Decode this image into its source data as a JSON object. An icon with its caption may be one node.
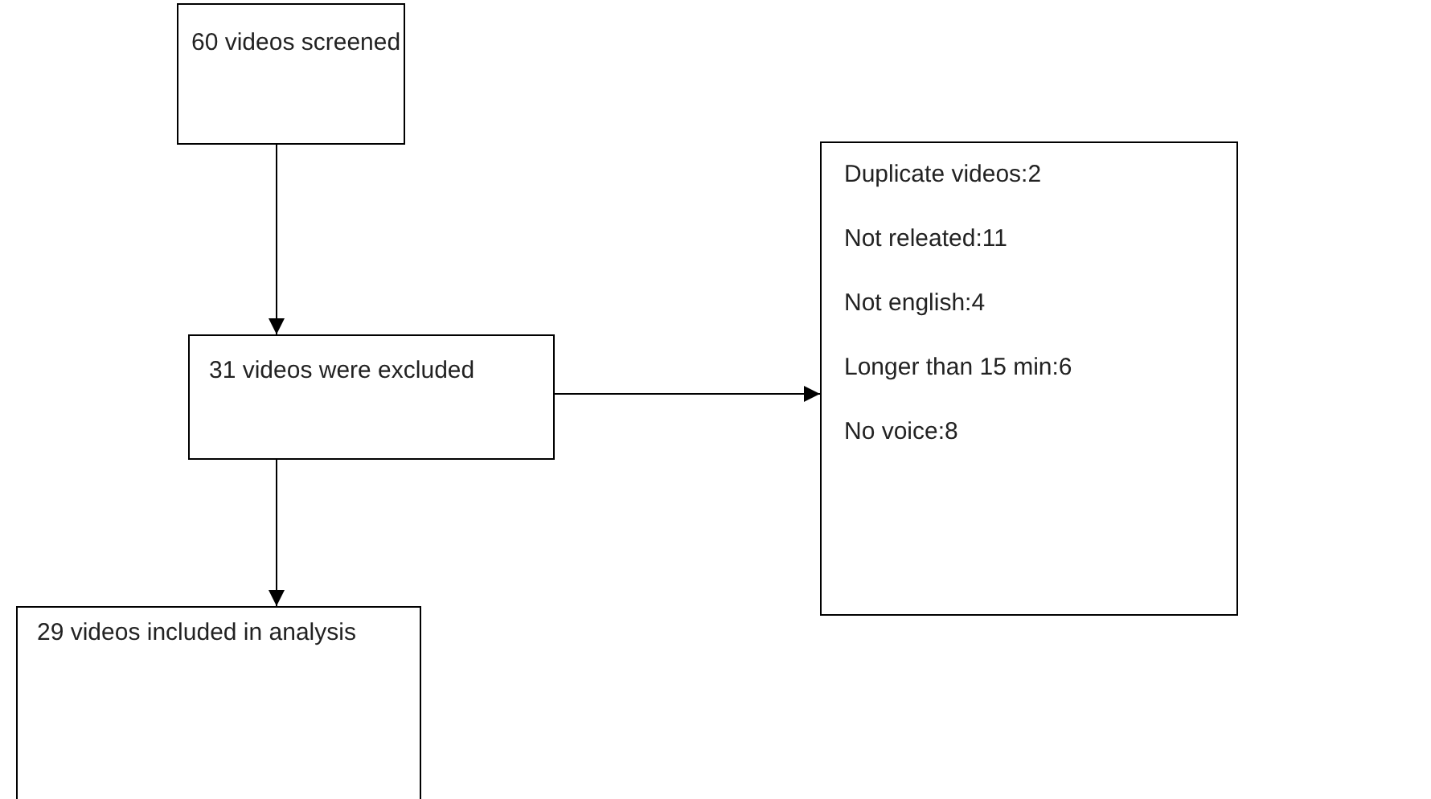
{
  "diagram": {
    "nodes": [
      {
        "text": [
          "60 videos screened"
        ]
      },
      {
        "text": [
          "31 videos were excluded"
        ]
      },
      {
        "text": [
          "Duplicate videos:2",
          "Not releated:11",
          "Not english:4",
          "Longer than 15 min:6",
          "No voice:8"
        ]
      },
      {
        "text": [
          "29 videos included in analysis"
        ]
      }
    ],
    "edges": [
      {
        "from": 0,
        "to": 1,
        "arrow": "to"
      },
      {
        "from": 1,
        "to": 2,
        "arrow": "to"
      },
      {
        "from": 1,
        "to": 3,
        "arrow": "to"
      }
    ]
  }
}
